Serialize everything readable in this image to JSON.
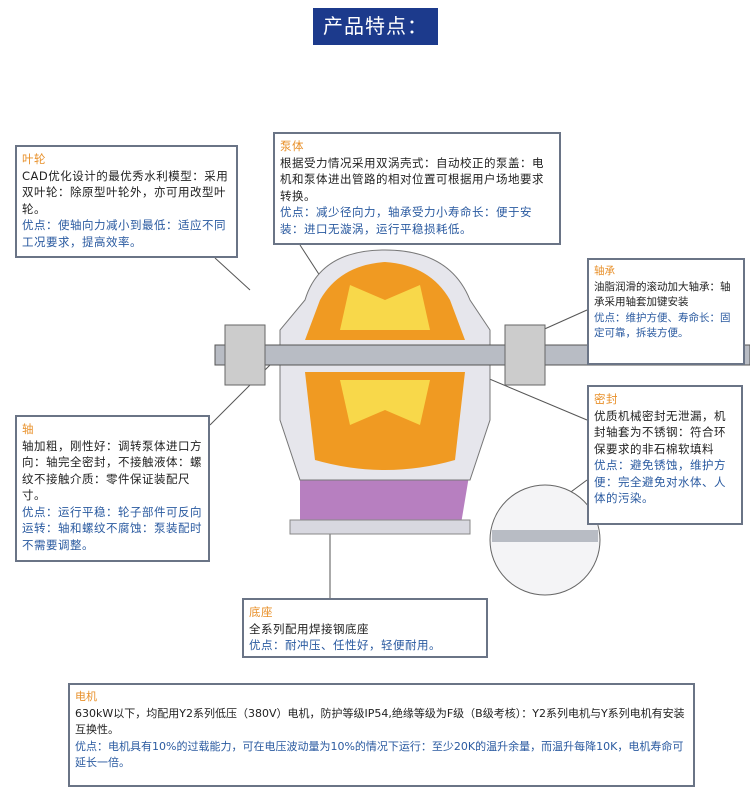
{
  "title": "产品特点：",
  "impeller": {
    "heading": "叶轮",
    "body": "CAD优化设计的最优秀水利模型：采用双叶轮：除原型叶轮外，亦可用改型叶轮。",
    "advantage": "优点：使轴向力减小到最低：适应不同工况要求，提高效率。"
  },
  "pump_body": {
    "heading": "泵体",
    "body": "根据受力情况采用双涡壳式：自动校正的泵盖：电机和泵体进出管路的相对位置可根据用户场地要求转换。",
    "advantage": "优点：减少径向力，轴承受力小寿命长：便于安装：进口无漩涡，运行平稳损耗低。"
  },
  "bearing": {
    "heading": "轴承",
    "body": "油脂润滑的滚动加大轴承：轴承采用轴套加键安装",
    "advantage": "优点：维护方便、寿命长：固定可靠，拆装方便。"
  },
  "seal": {
    "heading": "密封",
    "body": "优质机械密封无泄漏，机封轴套为不锈钢：符合环保要求的非石棉软填料",
    "advantage": "优点：避免锈蚀，维护方便：完全避免对水体、人体的污染。"
  },
  "shaft": {
    "heading": "轴",
    "body": "轴加粗，刚性好：调转泵体进口方向：轴完全密封，不接触液体：螺纹不接触介质：零件保证装配尺寸。",
    "advantage": "优点：运行平稳：轮子部件可反向运转：轴和螺纹不腐蚀：泵装配时不需要调整。"
  },
  "base": {
    "heading": "底座",
    "body": "全系列配用焊接钢底座",
    "advantage": "优点：耐冲压、任性好，轻便耐用。"
  },
  "motor": {
    "heading": "电机",
    "body": "630kW以下，均配用Y2系列低压（380V）电机，防护等级IP54,绝缘等级为F级（B级考核）：Y2系列电机与Y系列电机有安装互换性。",
    "advantage": "优点：电机具有10%的过载能力，可在电压波动量为10%的情况下运行：至少20K的温升余量，而温升每降10K，电机寿命可延长一倍。"
  }
}
